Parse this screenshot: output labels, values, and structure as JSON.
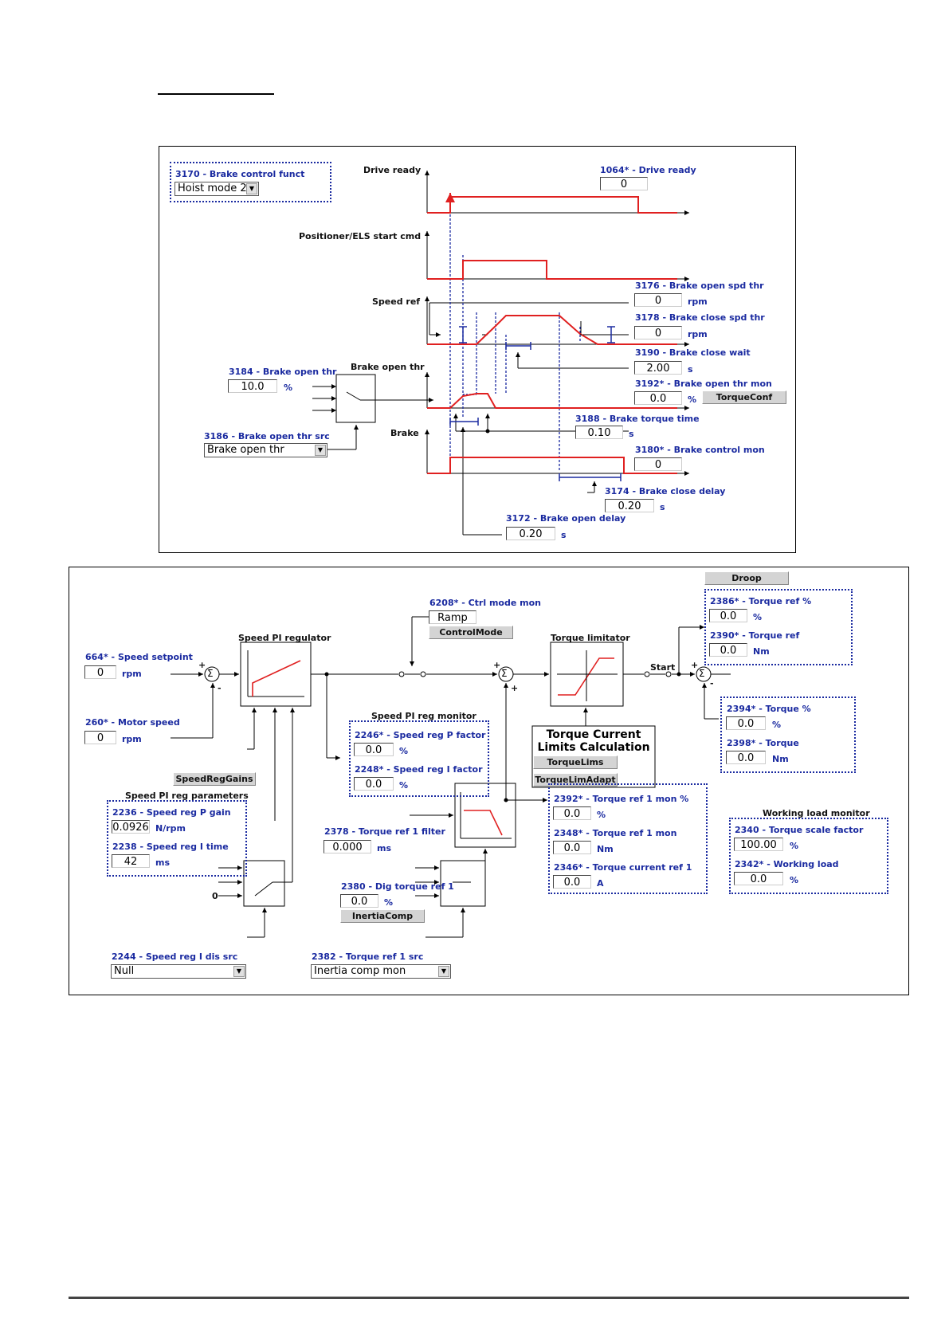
{
  "brake": {
    "brake_funct_label": "3170 - Brake control funct",
    "brake_funct_value": "Hoist mode 2",
    "drive_ready_axis": "Drive ready",
    "drive_ready_param": "1064* - Drive ready",
    "drive_ready_value": "0",
    "pos_start_axis": "Positioner/ELS start cmd",
    "speed_ref_axis": "Speed ref",
    "open_spd_label": "3176 - Brake open spd thr",
    "open_spd_value": "0",
    "open_spd_unit": "rpm",
    "close_spd_label": "3178 - Brake close spd thr",
    "close_spd_value": "0",
    "close_spd_unit": "rpm",
    "close_wait_label": "3190 - Brake close wait",
    "close_wait_value": "2.00",
    "close_wait_unit": "s",
    "open_thr_mon_label": "3192* - Brake open thr mon",
    "open_thr_mon_value": "0.0",
    "open_thr_mon_unit": "%",
    "torque_conf_btn": "TorqueConf",
    "open_thr_label": "3184 - Brake open thr",
    "open_thr_value": "10.0",
    "open_thr_unit": "%",
    "open_thr_block": "Brake open thr",
    "open_thr_src_label": "3186 - Brake open thr src",
    "open_thr_src_value": "Brake open thr",
    "torque_time_label": "3188 - Brake torque time",
    "torque_time_value": "0.10",
    "torque_time_unit": "s",
    "brake_axis": "Brake",
    "control_mon_label": "3180* - Brake control mon",
    "control_mon_value": "0",
    "close_delay_label": "3174 - Brake close delay",
    "close_delay_value": "0.20",
    "close_delay_unit": "s",
    "open_delay_label": "3172 - Brake open delay",
    "open_delay_value": "0.20",
    "open_delay_unit": "s"
  },
  "speed": {
    "droop_btn": "Droop",
    "ctrl_mode_label": "6208* - Ctrl mode mon",
    "ctrl_mode_value": "Ramp",
    "control_mode_btn": "ControlMode",
    "speed_pi_title": "Speed PI regulator",
    "torque_lim_title": "Torque limitator",
    "start_label": "Start",
    "setpoint_label": "664* - Speed setpoint",
    "setpoint_value": "0",
    "setpoint_unit": "rpm",
    "motor_speed_label": "260* - Motor speed",
    "motor_speed_value": "0",
    "motor_speed_unit": "rpm",
    "torque_ref_pct_label": "2386* - Torque ref %",
    "torque_ref_pct_value": "0.0",
    "torque_ref_pct_unit": "%",
    "torque_ref_label": "2390* - Torque ref",
    "torque_ref_value": "0.0",
    "torque_ref_unit": "Nm",
    "torque_pct_label": "2394* - Torque %",
    "torque_pct_value": "0.0",
    "torque_pct_unit": "%",
    "torque_label": "2398* - Torque",
    "torque_value": "0.0",
    "torque_unit": "Nm",
    "reg_monitor_title": "Speed PI reg monitor",
    "p_factor_label": "2246* - Speed reg P factor",
    "p_factor_value": "0.0",
    "p_factor_unit": "%",
    "i_factor_label": "2248* - Speed reg I factor",
    "i_factor_value": "0.0",
    "i_factor_unit": "%",
    "tcl_title_1": "Torque Current",
    "tcl_title_2": "Limits Calculation",
    "torque_lims_btn": "TorqueLims",
    "torque_lim_adapt_btn": "TorqueLimAdapt",
    "speed_reg_gains_btn": "SpeedRegGains",
    "reg_params_title": "Speed PI reg parameters",
    "p_gain_label": "2236 - Speed reg P gain",
    "p_gain_value": "0.0926",
    "p_gain_unit": "N/rpm",
    "i_time_label": "2238 - Speed reg I time",
    "i_time_value": "42",
    "i_time_unit": "ms",
    "filter_label": "2378 - Torque ref 1 filter",
    "filter_value": "0.000",
    "filter_unit": "ms",
    "ref1_mon_pct_label": "2392* - Torque ref 1 mon %",
    "ref1_mon_pct_value": "0.0",
    "ref1_mon_pct_unit": "%",
    "ref1_mon_label": "2348* - Torque ref 1 mon",
    "ref1_mon_value": "0.0",
    "ref1_mon_unit": "Nm",
    "current_ref_label": "2346* - Torque current ref 1",
    "current_ref_value": "0.0",
    "current_ref_unit": "A",
    "load_monitor_title": "Working load monitor",
    "scale_factor_label": "2340 - Torque scale factor",
    "scale_factor_value": "100.00",
    "scale_factor_unit": "%",
    "working_load_label": "2342* - Working load",
    "working_load_value": "0.0",
    "working_load_unit": "%",
    "dig_torque_label": "2380 - Dig torque ref 1",
    "dig_torque_value": "0.0",
    "dig_torque_unit": "%",
    "inertia_btn": "InertiaComp",
    "zero_input": "0",
    "i_dis_src_label": "2244 - Speed reg I dis src",
    "i_dis_src_value": "Null",
    "ref1_src_label": "2382 - Torque ref 1 src",
    "ref1_src_value": "Inertia comp mon"
  },
  "symbols": {
    "sigma": "Σ",
    "plus": "+",
    "minus": "-"
  },
  "colors": {
    "signal_red": "#e02020",
    "param_blue": "#1a2aa0",
    "dash_blue": "#1a2aa0"
  }
}
